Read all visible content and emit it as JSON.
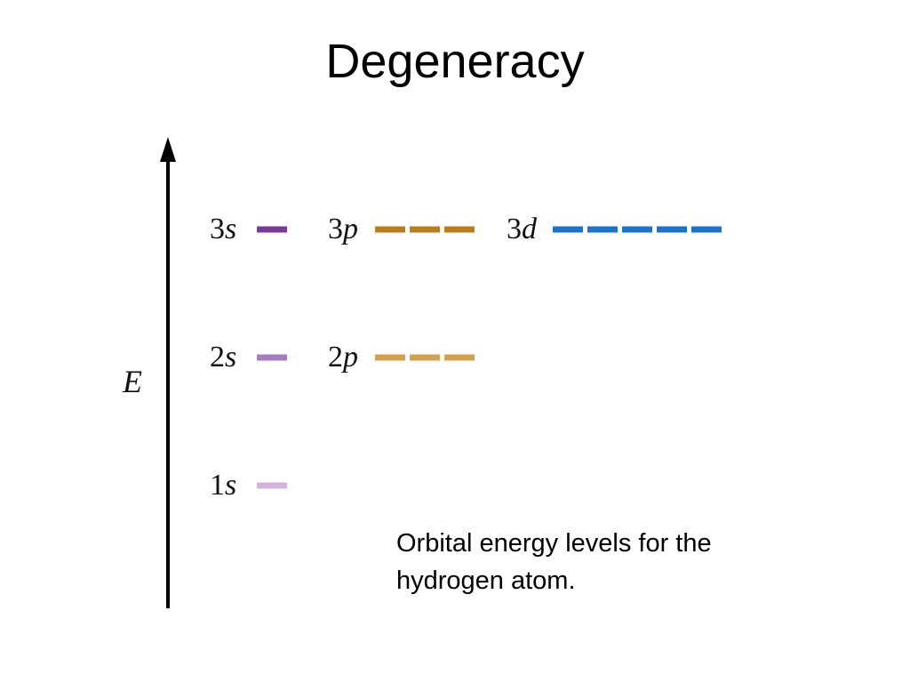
{
  "title": "Degeneracy",
  "axis": {
    "label": "E"
  },
  "levels": [
    {
      "n": "3",
      "l": "s",
      "orbitals": 1,
      "color": "#7b3a99"
    },
    {
      "n": "3",
      "l": "p",
      "orbitals": 3,
      "color": "#b87d1e"
    },
    {
      "n": "3",
      "l": "d",
      "orbitals": 5,
      "color": "#1f73c6"
    },
    {
      "n": "2",
      "l": "s",
      "orbitals": 1,
      "color": "#a57cc2"
    },
    {
      "n": "2",
      "l": "p",
      "orbitals": 3,
      "color": "#d1a152"
    },
    {
      "n": "1",
      "l": "s",
      "orbitals": 1,
      "color": "#cfb3df"
    }
  ],
  "caption": {
    "line1": "Orbital energy levels for the",
    "line2": "hydrogen atom."
  }
}
